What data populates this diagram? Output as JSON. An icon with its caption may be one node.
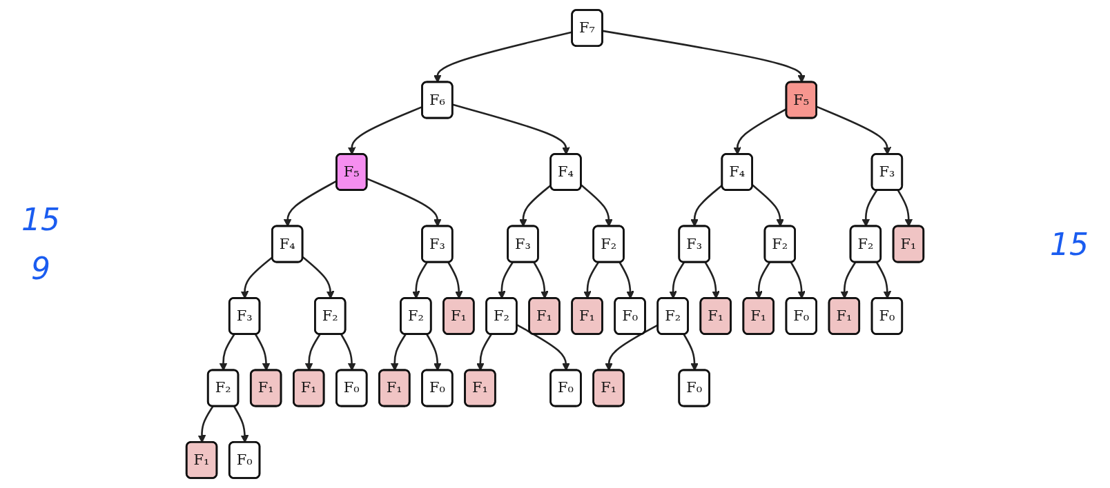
{
  "diagram": {
    "nodes": [
      {
        "text": [
          "F₇"
        ]
      },
      {
        "text": [
          "F₆"
        ]
      },
      {
        "text": [
          "F₅"
        ]
      },
      {
        "text": [
          "F₅"
        ]
      },
      {
        "text": [
          "F₄"
        ]
      },
      {
        "text": [
          "F₄"
        ]
      },
      {
        "text": [
          "F₃"
        ]
      },
      {
        "text": [
          "F₄"
        ]
      },
      {
        "text": [
          "F₃"
        ]
      },
      {
        "text": [
          "F₃"
        ]
      },
      {
        "text": [
          "F₂"
        ]
      },
      {
        "text": [
          "F₃"
        ]
      },
      {
        "text": [
          "F₂"
        ]
      },
      {
        "text": [
          "F₂"
        ]
      },
      {
        "text": [
          "F₁"
        ]
      },
      {
        "text": [
          "F₃"
        ]
      },
      {
        "text": [
          "F₂"
        ]
      },
      {
        "text": [
          "F₂"
        ]
      },
      {
        "text": [
          "F₁"
        ]
      },
      {
        "text": [
          "F₂"
        ]
      },
      {
        "text": [
          "F₁"
        ]
      },
      {
        "text": [
          "F₁"
        ]
      },
      {
        "text": [
          "F₀"
        ]
      },
      {
        "text": [
          "F₂"
        ]
      },
      {
        "text": [
          "F₁"
        ]
      },
      {
        "text": [
          "F₁"
        ]
      },
      {
        "text": [
          "F₀"
        ]
      },
      {
        "text": [
          "F₁"
        ]
      },
      {
        "text": [
          "F₀"
        ]
      },
      {
        "text": [
          "F₂"
        ]
      },
      {
        "text": [
          "F₁"
        ]
      },
      {
        "text": [
          "F₁"
        ]
      },
      {
        "text": [
          "F₀"
        ]
      },
      {
        "text": [
          "F₁"
        ]
      },
      {
        "text": [
          "F₀"
        ]
      },
      {
        "text": [
          "F₁"
        ]
      },
      {
        "text": [
          "F₀"
        ]
      },
      {
        "text": [
          "F₁"
        ]
      },
      {
        "text": [
          "F₀"
        ]
      },
      {
        "text": [
          "F₁"
        ]
      },
      {
        "text": [
          "F₀"
        ]
      }
    ],
    "edges": [
      {
        "from": 0,
        "to": 1,
        "arrow": "to"
      },
      {
        "from": 0,
        "to": 2,
        "arrow": "to"
      },
      {
        "from": 1,
        "to": 3,
        "arrow": "to"
      },
      {
        "from": 1,
        "to": 4,
        "arrow": "to"
      },
      {
        "from": 2,
        "to": 5,
        "arrow": "to"
      },
      {
        "from": 2,
        "to": 6,
        "arrow": "to"
      },
      {
        "from": 3,
        "to": 7,
        "arrow": "to"
      },
      {
        "from": 3,
        "to": 8,
        "arrow": "to"
      },
      {
        "from": 4,
        "to": 9,
        "arrow": "to"
      },
      {
        "from": 4,
        "to": 10,
        "arrow": "to"
      },
      {
        "from": 5,
        "to": 11,
        "arrow": "to"
      },
      {
        "from": 5,
        "to": 12,
        "arrow": "to"
      },
      {
        "from": 6,
        "to": 13,
        "arrow": "to"
      },
      {
        "from": 6,
        "to": 14,
        "arrow": "to"
      },
      {
        "from": 7,
        "to": 15,
        "arrow": "to"
      },
      {
        "from": 7,
        "to": 16,
        "arrow": "to"
      },
      {
        "from": 8,
        "to": 17,
        "arrow": "to"
      },
      {
        "from": 8,
        "to": 18,
        "arrow": "to"
      },
      {
        "from": 9,
        "to": 19,
        "arrow": "to"
      },
      {
        "from": 9,
        "to": 20,
        "arrow": "to"
      },
      {
        "from": 10,
        "to": 21,
        "arrow": "to"
      },
      {
        "from": 10,
        "to": 22,
        "arrow": "to"
      },
      {
        "from": 11,
        "to": 23,
        "arrow": "to"
      },
      {
        "from": 11,
        "to": 24,
        "arrow": "to"
      },
      {
        "from": 12,
        "to": 25,
        "arrow": "to"
      },
      {
        "from": 12,
        "to": 26,
        "arrow": "to"
      },
      {
        "from": 13,
        "to": 27,
        "arrow": "to"
      },
      {
        "from": 13,
        "to": 28,
        "arrow": "to"
      },
      {
        "from": 15,
        "to": 29,
        "arrow": "to"
      },
      {
        "from": 15,
        "to": 30,
        "arrow": "to"
      },
      {
        "from": 16,
        "to": 31,
        "arrow": "to"
      },
      {
        "from": 16,
        "to": 32,
        "arrow": "to"
      },
      {
        "from": 17,
        "to": 33,
        "arrow": "to"
      },
      {
        "from": 17,
        "to": 34,
        "arrow": "to"
      },
      {
        "from": 19,
        "to": 35,
        "arrow": "to"
      },
      {
        "from": 19,
        "to": 36,
        "arrow": "to"
      },
      {
        "from": 23,
        "to": 37,
        "arrow": "to"
      },
      {
        "from": 23,
        "to": 38,
        "arrow": "to"
      },
      {
        "from": 29,
        "to": 39,
        "arrow": "to"
      },
      {
        "from": 29,
        "to": 40,
        "arrow": "to"
      }
    ],
    "labels": [
      "15",
      "9",
      "15"
    ]
  }
}
